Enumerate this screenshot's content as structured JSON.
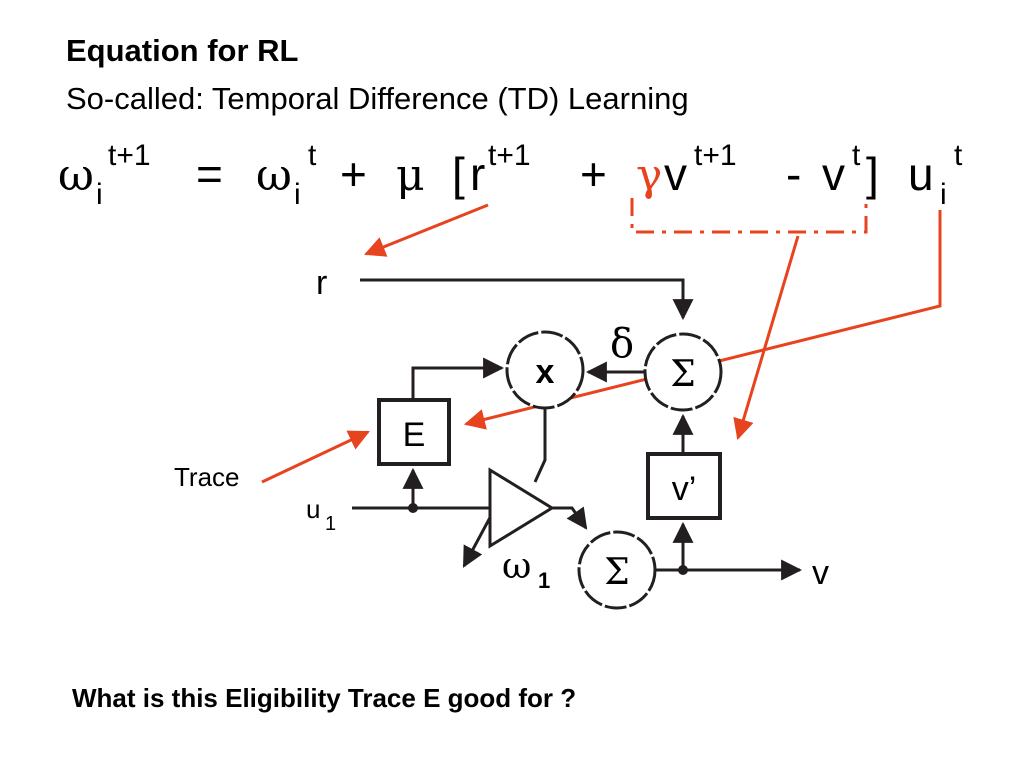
{
  "slide": {
    "title": "Equation for RL",
    "subtitle": "So-called: Temporal Difference (TD) Learning",
    "question": "What is this Eligibility Trace E good for ?"
  },
  "equation": {
    "omega": "ω",
    "sub_i": "i",
    "sup_t1": "t+1",
    "sup_t": "t",
    "equals": "=",
    "plus": "+",
    "mu": "μ",
    "open_bracket": "[",
    "r": "r",
    "gamma": "γ",
    "v": "v",
    "minus": "-",
    "close_bracket": "]",
    "u": "u"
  },
  "diagram": {
    "r_label": "r",
    "delta_label": "δ",
    "multiply_label": "x",
    "sum_label": "Σ",
    "e_box_label": "E",
    "v_prime_label": "v’",
    "trace_label": "Trace",
    "u_label": "u",
    "u_sub": "1",
    "omega_label": "ω",
    "omega_sub": "1",
    "output_label": "v"
  },
  "colors": {
    "annotation_arrow": "#e8431f",
    "ink": "#231f20"
  }
}
